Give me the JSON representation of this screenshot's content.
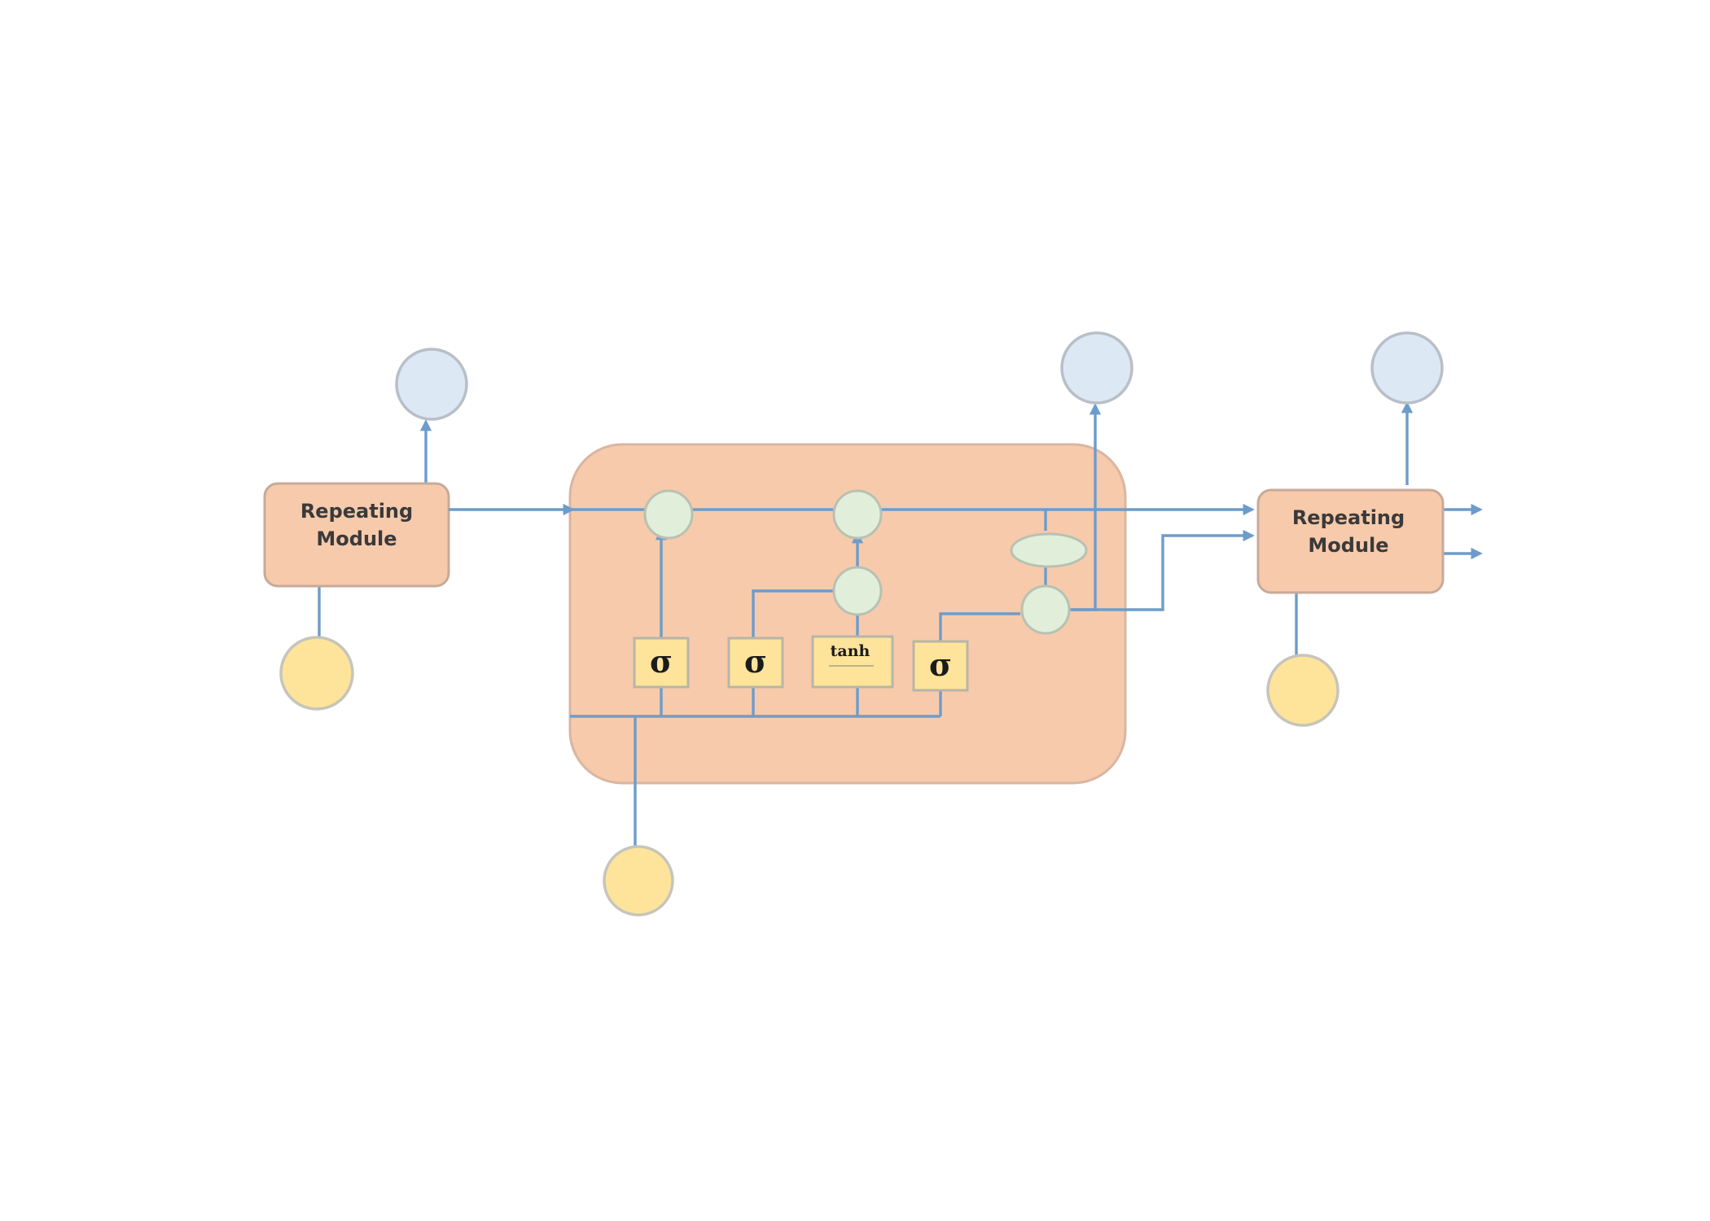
{
  "modules": {
    "left": {
      "line1": "Repeating",
      "line2": "Module"
    },
    "right": {
      "line1": "Repeating",
      "line2": "Module"
    }
  },
  "gates": {
    "forget": "σ",
    "input": "σ",
    "candidate": "tanh",
    "output": "σ"
  },
  "colors": {
    "module_fill": "#f7caac",
    "output_node_fill": "#dde8f5",
    "input_node_fill": "#fde49a",
    "op_node_fill": "#e1efda",
    "gate_fill": "#fde49a",
    "wire": "#6d9ccb"
  }
}
